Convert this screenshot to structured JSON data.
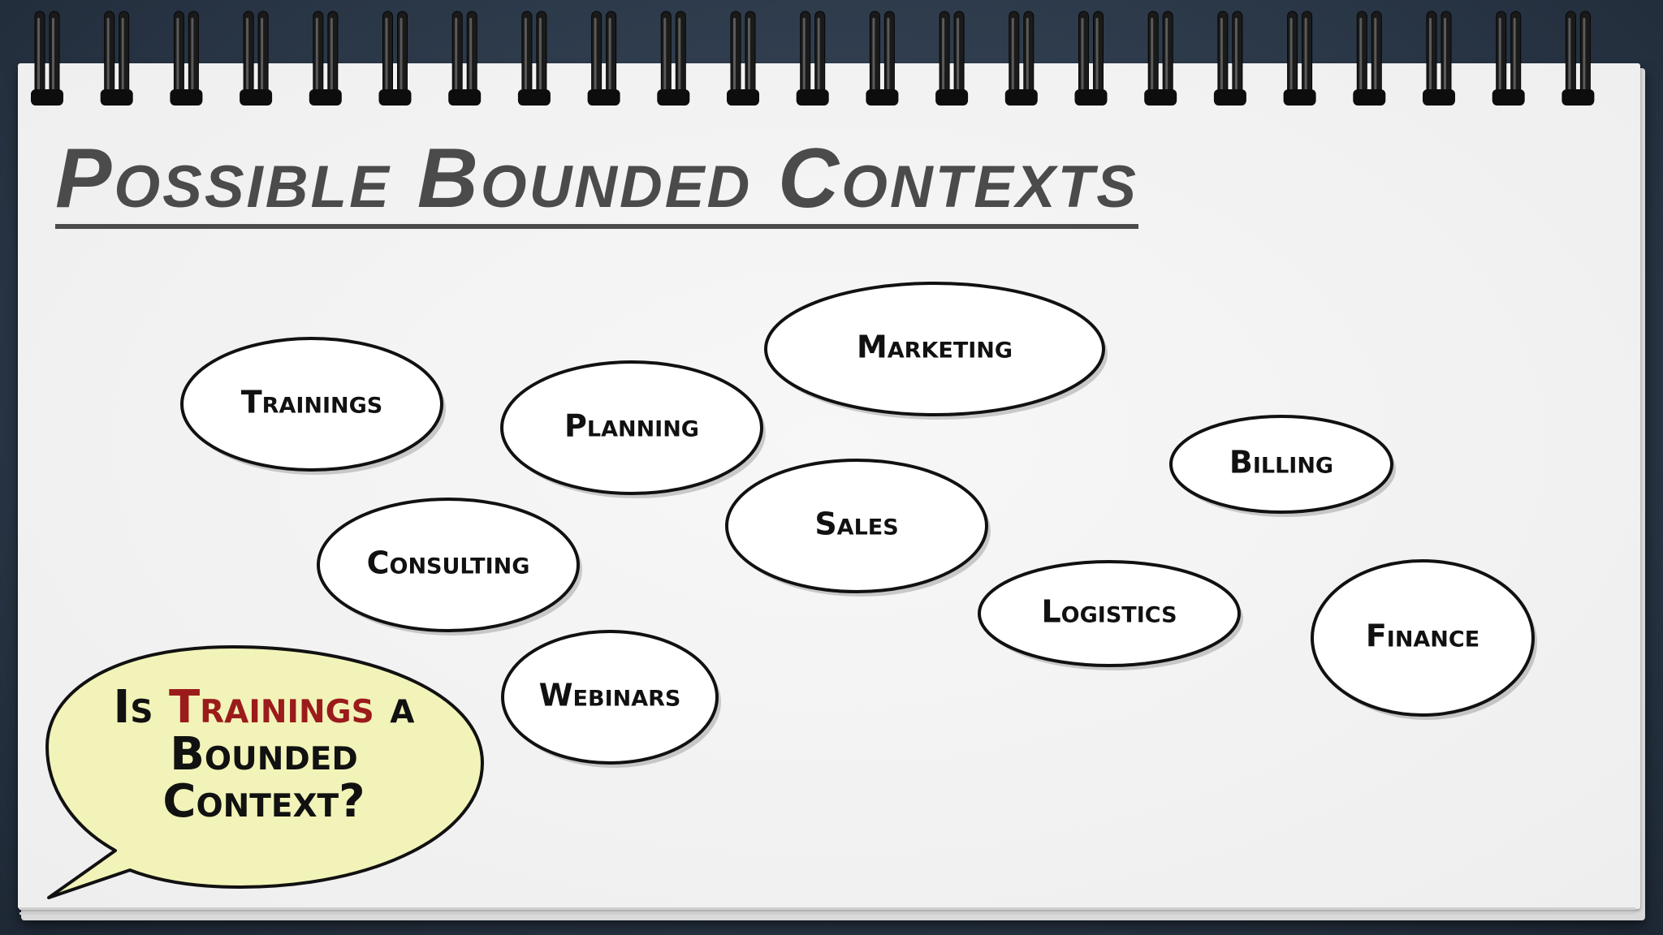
{
  "title": "Possible Bounded Contexts",
  "contexts": [
    {
      "label": "Trainings"
    },
    {
      "label": "Marketing"
    },
    {
      "label": "Planning"
    },
    {
      "label": "Billing"
    },
    {
      "label": "Sales"
    },
    {
      "label": "Consulting"
    },
    {
      "label": "Logistics"
    },
    {
      "label": "Finance"
    },
    {
      "label": "Webinars"
    }
  ],
  "callout": {
    "part1": "Is",
    "highlight": "Trainings",
    "part2": "a",
    "line2": "Bounded",
    "line3": "Context?",
    "highlight_color": "#9b1b1b",
    "fill_color": "#f2f3b8"
  },
  "colors": {
    "background": "#2c3a4a",
    "paper": "#f3f3f3",
    "title": "#4b4b4b",
    "ellipse_fill": "#ffffff",
    "ellipse_stroke": "#111111"
  }
}
